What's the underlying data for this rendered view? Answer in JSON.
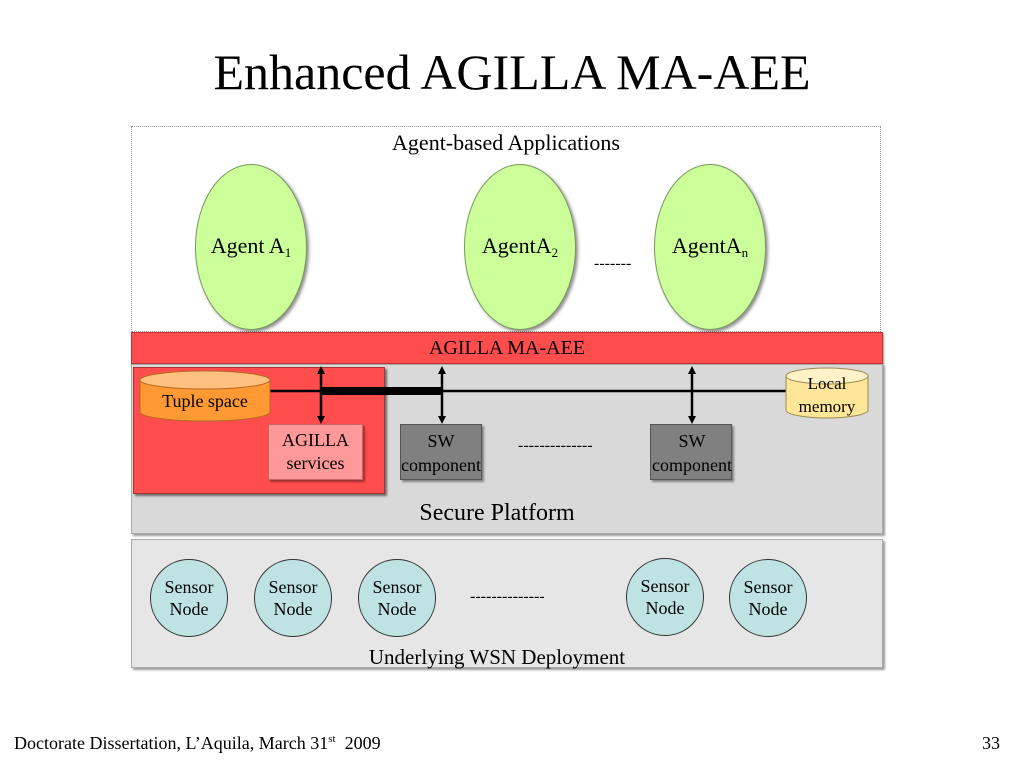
{
  "title": "Enhanced AGILLA MA-AEE",
  "apps_label": "Agent-based Applications",
  "agents": [
    {
      "base": "Agent A",
      "sub": "1"
    },
    {
      "base": "AgentA",
      "sub": "2"
    },
    {
      "base": "AgentA",
      "sub": "n"
    }
  ],
  "agents_ellipsis": "-------",
  "aee_label": "AGILLA MA-AEE",
  "tuple_space": "Tuple space",
  "local_memory": [
    "Local",
    "memory"
  ],
  "agilla_services": [
    "AGILLA",
    "services"
  ],
  "sw_component": [
    "SW",
    "component"
  ],
  "sw_ellipsis": "--------------",
  "secure_platform": "Secure Platform",
  "sensor_node": [
    "Sensor",
    "Node"
  ],
  "sensor_ellipsis": "--------------",
  "wsn_label": "Underlying WSN Deployment",
  "footer": {
    "text": "Doctorate Dissertation, L’Aquila, March 31",
    "sup": "st",
    "year": "  2009"
  },
  "page_number": "33",
  "colors": {
    "agent_fill": "#ccff99",
    "aee_red": "#ff4d4d",
    "services_pink": "#ff9999",
    "sw_gray": "#808080",
    "tuple_orange": "#ff9933",
    "memory_yellow": "#ffe699",
    "node_teal": "#bfe3e3",
    "platform_gray": "#d9d9d9",
    "wsn_gray": "#e6e6e6"
  }
}
